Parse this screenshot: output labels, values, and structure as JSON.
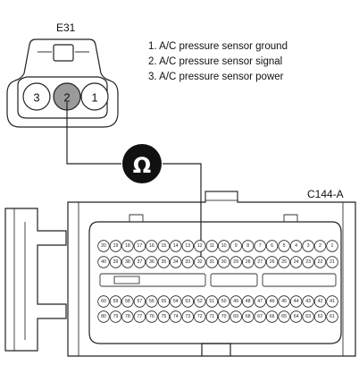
{
  "connector_e31": {
    "id": "E31",
    "pins": [
      {
        "number": "3",
        "highlighted": false
      },
      {
        "number": "2",
        "highlighted": true
      },
      {
        "number": "1",
        "highlighted": false
      }
    ]
  },
  "pin_legend": [
    "1. A/C pressure sensor ground",
    "2. A/C pressure sensor signal",
    "3. A/C pressure sensor power"
  ],
  "meter": {
    "symbol": "Ω",
    "icon": "ohmmeter-icon"
  },
  "connector_c144": {
    "id": "C144-A",
    "rows": [
      {
        "start": 20,
        "end": 1,
        "note": "top row pins 20..1 (left to right)"
      },
      {
        "start": 40,
        "end": 21
      },
      {
        "start": 60,
        "end": 41
      },
      {
        "start": 80,
        "end": 61
      }
    ]
  },
  "colors": {
    "highlight_pin": "#9a9a9a",
    "line": "#222222",
    "meter_fill": "#111111"
  }
}
